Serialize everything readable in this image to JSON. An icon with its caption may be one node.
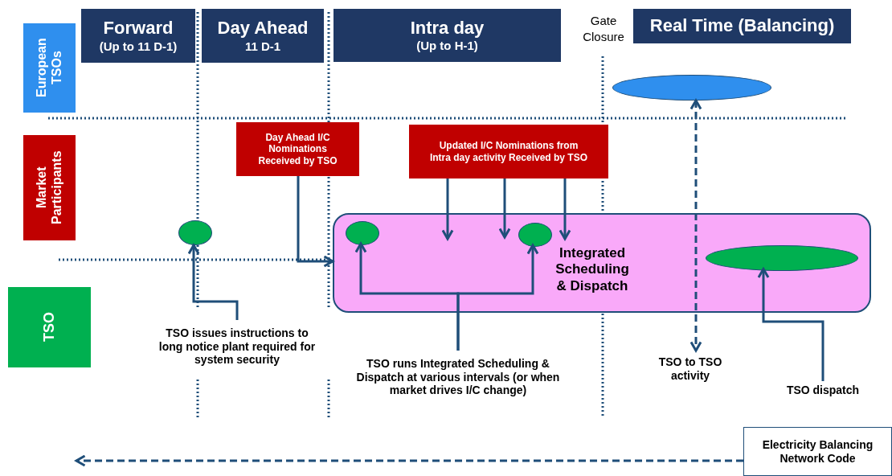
{
  "diagram": {
    "nodes": [
      {
        "text": [
          "Forward",
          "(Up to 11 D-1)"
        ]
      },
      {
        "text": [
          "Day Ahead",
          "11 D-1"
        ]
      },
      {
        "text": [
          "Intra day",
          "(Up to H-1)"
        ]
      },
      {
        "text": [
          "Real Time (Balancing)"
        ]
      },
      {
        "text": [
          "European TSOs"
        ]
      },
      {
        "text": [
          "Market Participants"
        ]
      },
      {
        "text": [
          "TSO"
        ]
      },
      {
        "text": [
          "Day Ahead I/C Nominations Received by TSO"
        ]
      },
      {
        "text": [
          "Updated I/C Nominations from Intra day activity Received by TSO"
        ]
      },
      {
        "text": [
          "Integrated Scheduling & Dispatch"
        ]
      },
      {
        "text": [],
        "shape": "ellipse"
      },
      {
        "text": [],
        "shape": "ellipse"
      },
      {
        "text": [],
        "shape": "ellipse",
        "in": 9
      },
      {
        "text": [],
        "shape": "ellipse",
        "in": 9
      },
      {
        "text": [],
        "shape": "ellipse",
        "in": 9
      },
      {
        "text": [
          "TSO issues instructions to long notice plant required for  system security"
        ]
      },
      {
        "text": [
          "TSO runs Integrated Scheduling & Dispatch at various intervals (or when market drives I/C change)"
        ]
      },
      {
        "text": [
          "TSO to TSO activity"
        ]
      },
      {
        "text": [
          "TSO dispatch"
        ]
      },
      {
        "text": [
          "Electricity Balancing Network Code"
        ]
      }
    ],
    "edges": [
      {
        "from": 15,
        "to": 11,
        "arrow": "to"
      },
      {
        "from": 7,
        "to": 9,
        "arrow": "to"
      },
      {
        "from": 8,
        "to": 9,
        "arrow": "to"
      },
      {
        "from": 8,
        "to": 9,
        "arrow": "to"
      },
      {
        "from": 8,
        "to": 9,
        "arrow": "to"
      },
      {
        "from": 16,
        "to": 12,
        "arrow": "to"
      },
      {
        "from": 16,
        "to": 13,
        "arrow": "to"
      },
      {
        "from": 10,
        "to": 17,
        "arrow": "both",
        "style": "dashed"
      },
      {
        "from": 18,
        "to": 14,
        "arrow": "to"
      },
      {
        "from": 19,
        "to": null,
        "arrow": "to",
        "style": "dashed"
      }
    ],
    "labels": [
      "Gate Closure"
    ]
  }
}
